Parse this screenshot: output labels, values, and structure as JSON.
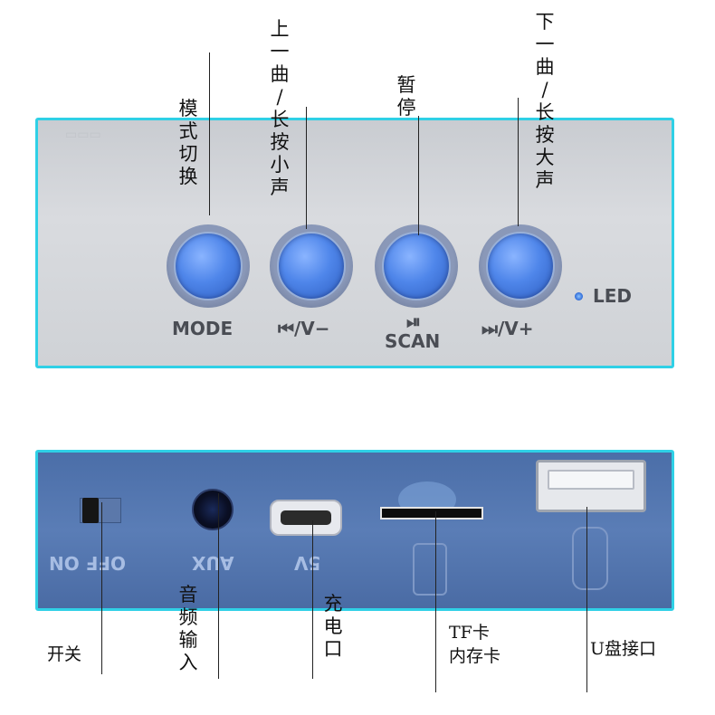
{
  "top_panel": {
    "buttons": [
      {
        "label": "MODE",
        "annotation": "模\n式\n切\n换"
      },
      {
        "label": "⏮/V−",
        "annotation_1": "上\n一\n曲\n/\n长\n按\n小\n声"
      },
      {
        "label": "⏯",
        "sub_label": "SCAN",
        "annotation": "暂\n停"
      },
      {
        "label": "⏭/V+",
        "annotation_1": "下\n一\n曲\n/\n长\n按\n大\n声"
      }
    ],
    "led_label": "LED",
    "accent_color": "#2fd0e6",
    "button_color": "#4f86ea"
  },
  "bottom_panel": {
    "switch_label": "OFF ON",
    "aux_label": "AUX",
    "charge_label": "5V",
    "annotations": {
      "switch": "开关",
      "aux": "音\n频\n输\n入",
      "charge": "充\n电\n口",
      "tf_line1": "TF卡",
      "tf_line2": "内存卡",
      "usb": "U盘接口"
    },
    "panel_color": "#4b6ea8"
  }
}
